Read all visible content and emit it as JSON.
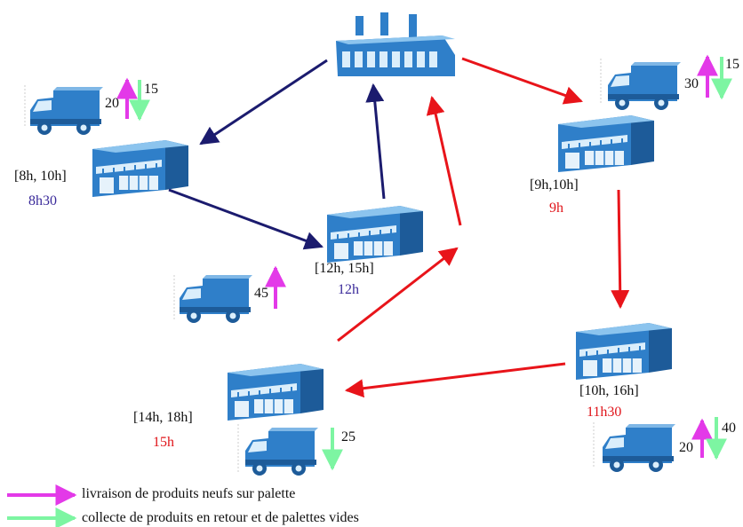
{
  "colors": {
    "route_blue": "#1b1b6e",
    "route_red": "#e8141a",
    "delivery": "#e339e8",
    "pickup": "#7df5a2",
    "building": "#2f7fc9",
    "time_red": "#e0141a",
    "time_blue": "#3a2a9a"
  },
  "icons": {
    "depot": "factory-icon",
    "customer": "store-icon",
    "vehicle": "truck-icon"
  },
  "customers": [
    {
      "id": "A",
      "window": "[8h, 10h]",
      "arrival": "8h30",
      "arrival_color": "blue",
      "delivery": "20",
      "pickup": "15"
    },
    {
      "id": "B",
      "window": "[12h, 15h]",
      "arrival": "12h",
      "arrival_color": "blue",
      "delivery": "45",
      "pickup": ""
    },
    {
      "id": "C",
      "window": "[9h,10h]",
      "arrival": "9h",
      "arrival_color": "red",
      "delivery": "30",
      "pickup": "15"
    },
    {
      "id": "D",
      "window": "[10h, 16h]",
      "arrival": "11h30",
      "arrival_color": "red",
      "delivery": "20",
      "pickup": "40"
    },
    {
      "id": "E",
      "window": "[14h, 18h]",
      "arrival": "15h",
      "arrival_color": "red",
      "delivery": "",
      "pickup": "25"
    }
  ],
  "legend": {
    "delivery": "livraison de produits neufs sur palette",
    "pickup": "collecte de produits en retour et de palettes vides"
  }
}
